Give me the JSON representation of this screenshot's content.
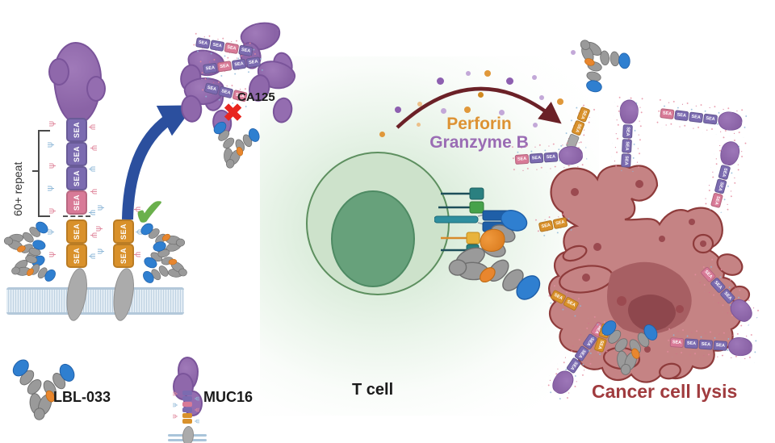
{
  "labels": {
    "repeat": "60+ repeat",
    "sea": "SEA",
    "ca125": "CA125",
    "lbl033": "LBL-033",
    "muc16": "MUC16",
    "perforin": "Perforin",
    "granzyme": "Granzyme B",
    "tcell": "T cell",
    "lysis": "Cancer cell lysis"
  },
  "colors": {
    "perforin_text": "#dd9233",
    "granzyme_text": "#9a6cb4",
    "lysis_text": "#a03b3e",
    "tcell_label": "#1a1a1a",
    "tcell_fill": "#cde2cb",
    "tcell_nucleus": "#67a17b",
    "cancer_fill": "#c58384",
    "cancer_stroke": "#8e3b3b",
    "antibody_gray": "#9a9a9a",
    "antibody_blue": "#2f7fd0",
    "antibody_orange": "#e8862e",
    "sea_purple": "#7b6bb0",
    "sea_pink": "#d87a97",
    "sea_orange": "#d9912b",
    "membrane_blue": "#c6d6e4",
    "arrow_blue": "#2b4f9e",
    "arrow_maroon": "#6b2127",
    "check_green": "#6ab04c",
    "cross_red": "#e8251f",
    "perforin_dot": "#e0983a",
    "granzyme_dot": "#8d5fb0"
  }
}
